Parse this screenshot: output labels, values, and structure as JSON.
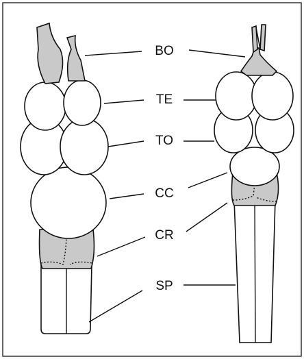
{
  "labels": {
    "bo": "BO",
    "te": "TE",
    "to": "TO",
    "cc": "CC",
    "cr": "CR",
    "sp": "SP"
  },
  "colors": {
    "frame": "#333333",
    "shading": "#c9c9c9",
    "outline": "#111111"
  }
}
